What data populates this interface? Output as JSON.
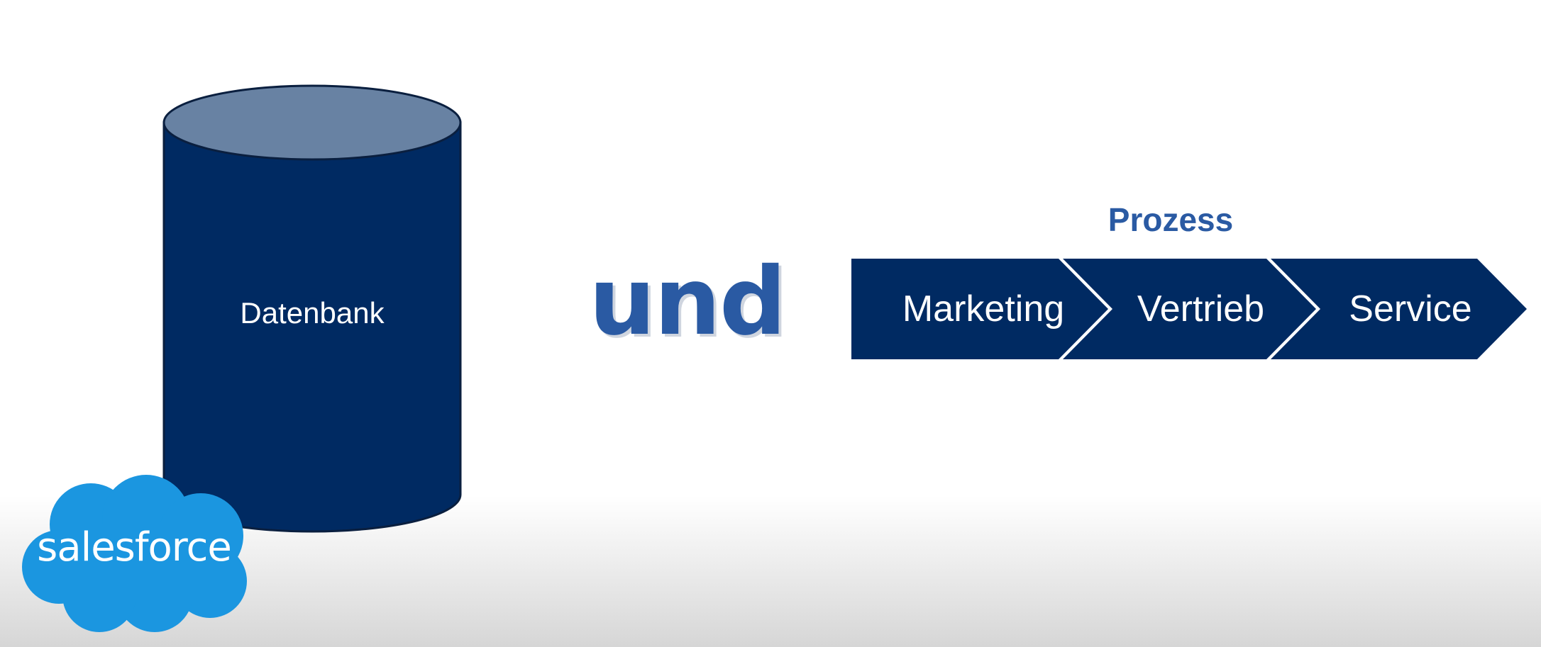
{
  "database": {
    "label": "Datenbank"
  },
  "connector": {
    "text": "und"
  },
  "process": {
    "title": "Prozess",
    "steps": [
      {
        "label": "Marketing"
      },
      {
        "label": "Vertrieb"
      },
      {
        "label": "Service"
      }
    ]
  },
  "logo": {
    "text": "salesforce"
  },
  "colors": {
    "navy": "#002a62",
    "cylinder_top": "#6882a3",
    "accent_blue": "#2a5aa3",
    "salesforce_blue": "#1b96e0"
  }
}
